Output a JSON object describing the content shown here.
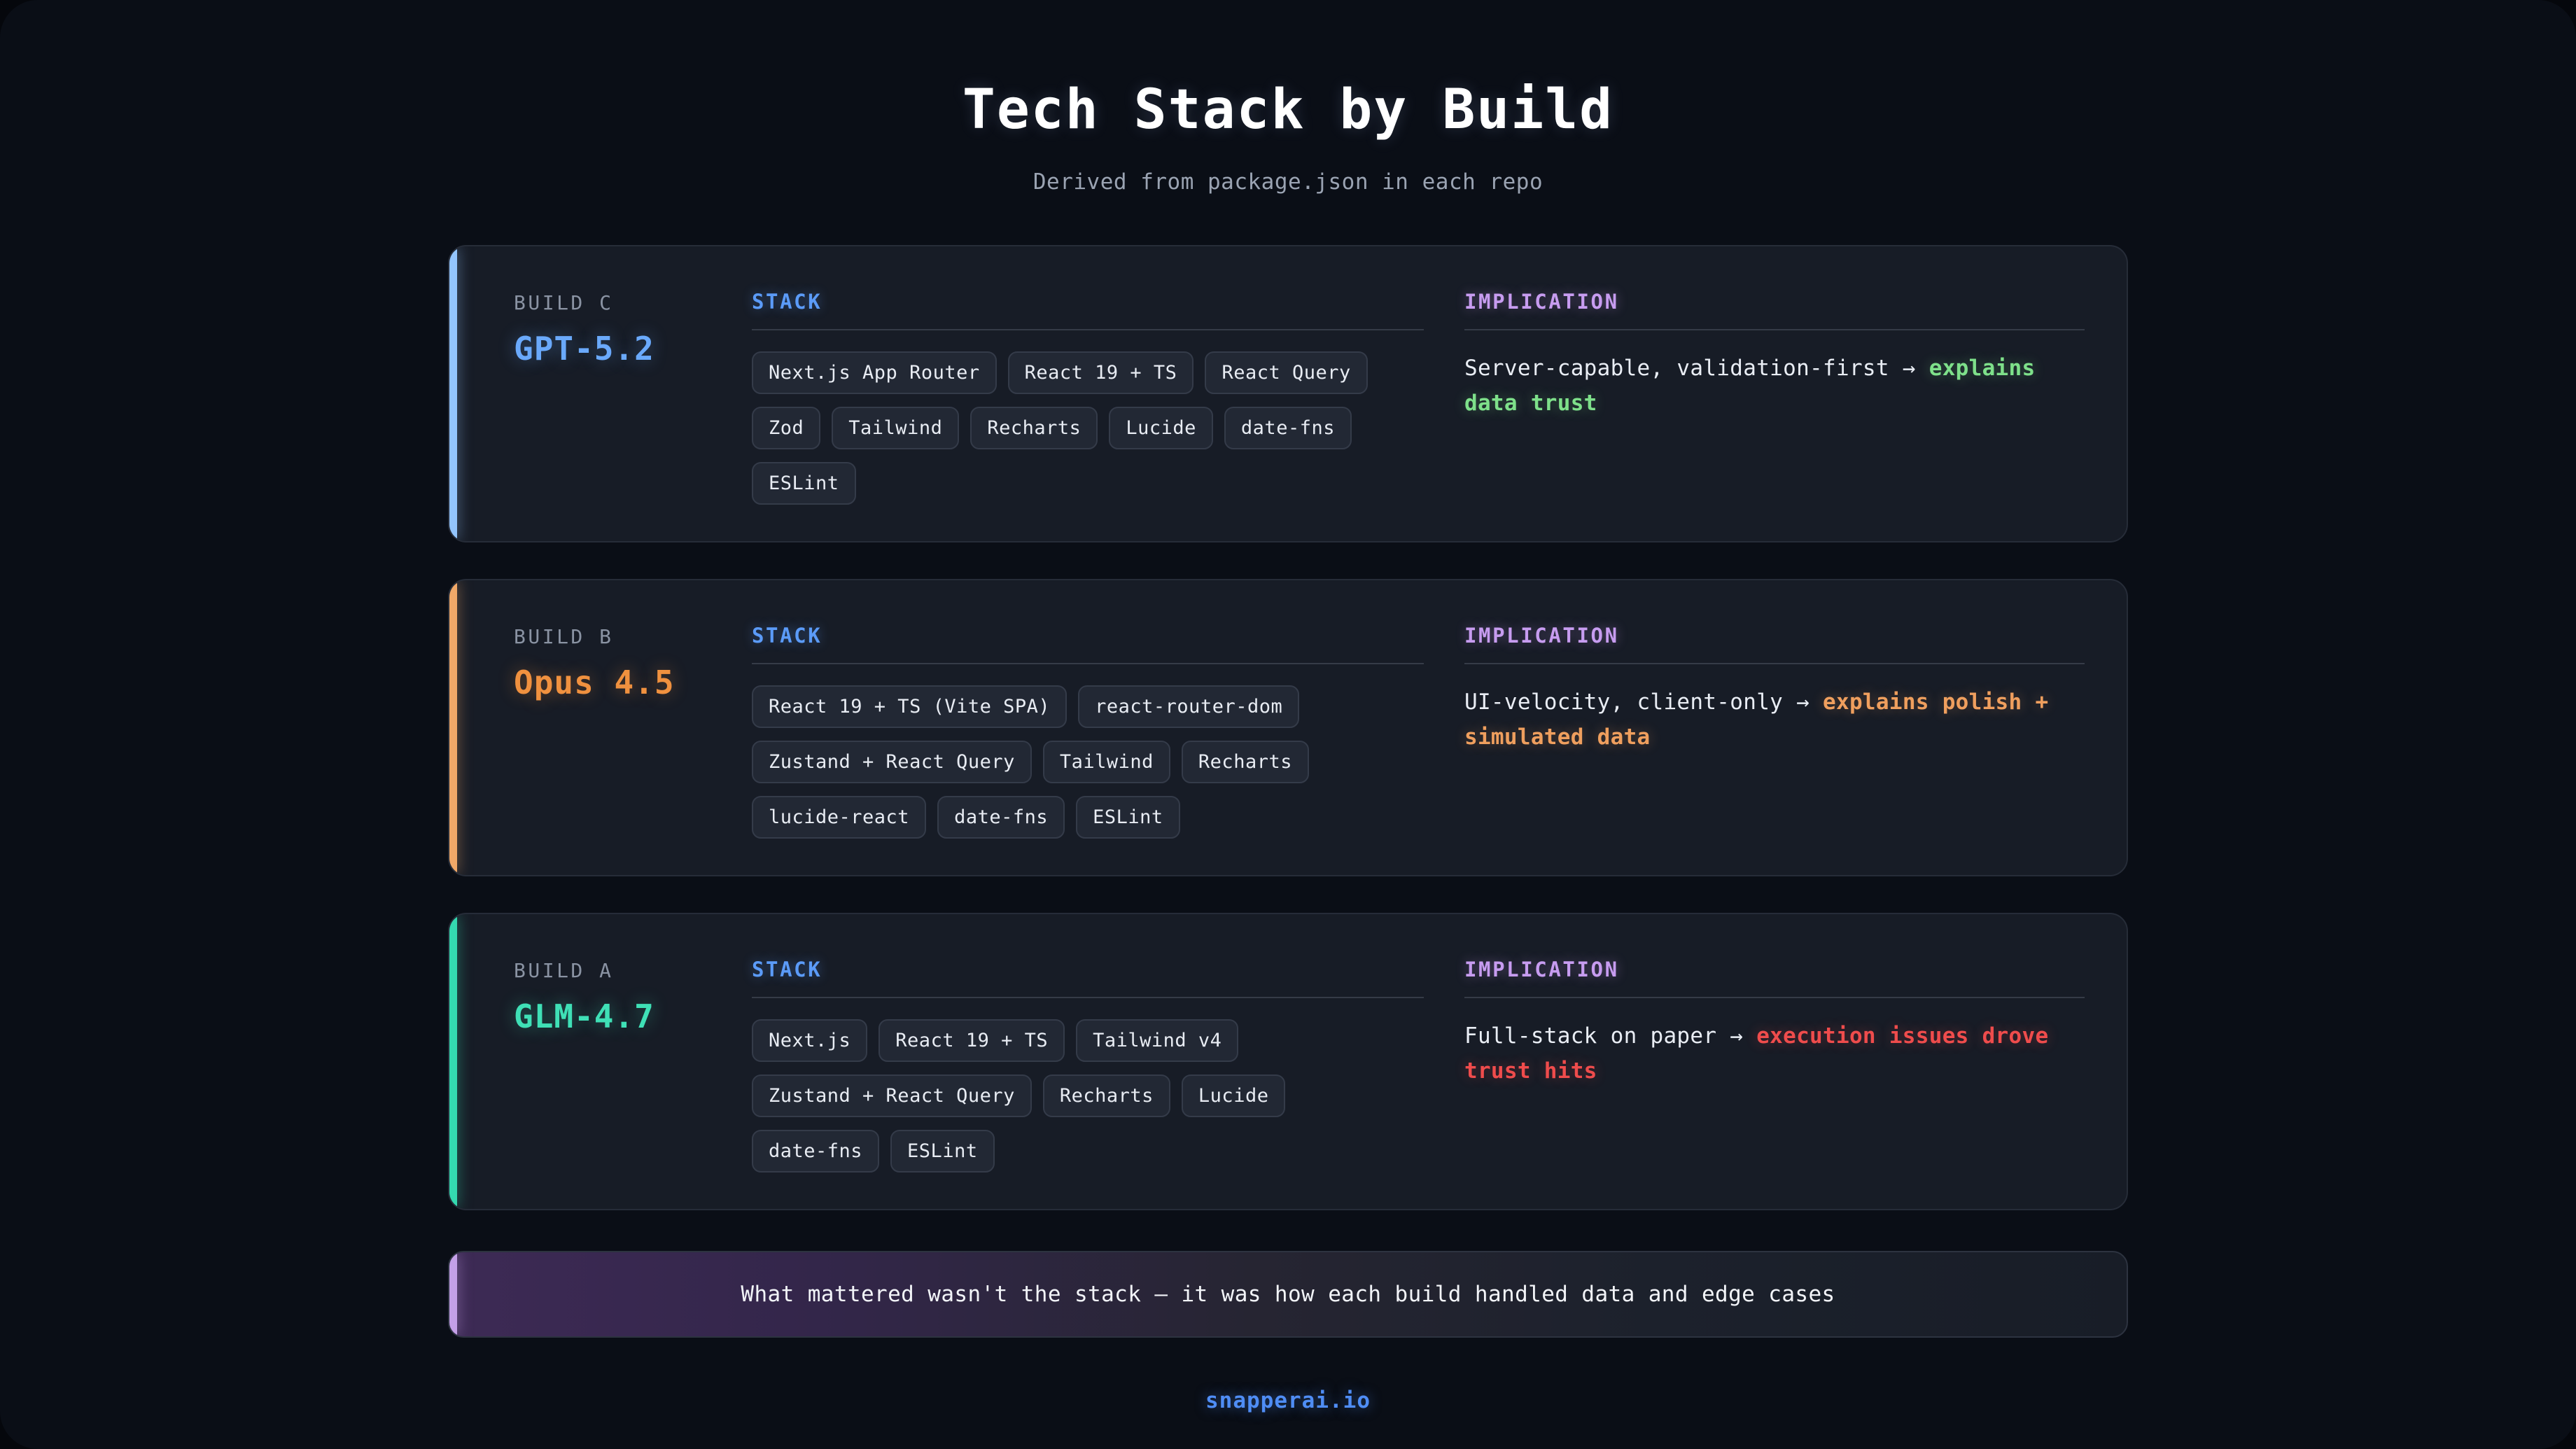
{
  "header": {
    "title": "Tech Stack by Build",
    "subtitle": "Derived from package.json in each repo"
  },
  "columns": {
    "stack_heading": "STACK",
    "implication_heading": "IMPLICATION"
  },
  "colors": {
    "stack_heading": "#5b9bf8",
    "implication_heading": "#c79cf0",
    "accent_build_c": "#93c5fd",
    "accent_build_b": "#f0a868",
    "accent_build_a": "#34d9b0",
    "accent_banner": "#c4a0e8",
    "footer_link": "#4f8df5",
    "page_background": "#0a0e16",
    "card_background": "#171c26"
  },
  "cards": [
    {
      "build_label": "BUILD C",
      "model_name": "GPT-5.2",
      "model_color": "#6aa9fb",
      "accent_color": "#93c5fd",
      "stack": [
        "Next.js App Router",
        "React 19 + TS",
        "React Query",
        "Zod",
        "Tailwind",
        "Recharts",
        "Lucide",
        "date-fns",
        "ESLint"
      ],
      "implication_plain": "Server-capable, validation-first → ",
      "implication_highlight": "explains data trust",
      "highlight_color": "#7ee08a"
    },
    {
      "build_label": "BUILD B",
      "model_name": "Opus 4.5",
      "model_color": "#f0913f",
      "accent_color": "#f0a868",
      "stack": [
        "React 19 + TS (Vite SPA)",
        "react-router-dom",
        "Zustand + React Query",
        "Tailwind",
        "Recharts",
        "lucide-react",
        "date-fns",
        "ESLint"
      ],
      "implication_plain": "UI-velocity, client-only → ",
      "implication_highlight": "explains polish + simulated data",
      "highlight_color": "#ef9f5e"
    },
    {
      "build_label": "BUILD A",
      "model_name": "GLM-4.7",
      "model_color": "#3fe0b6",
      "accent_color": "#34d9b0",
      "stack": [
        "Next.js",
        "React 19 + TS",
        "Tailwind v4",
        "Zustand + React Query",
        "Recharts",
        "Lucide",
        "date-fns",
        "ESLint"
      ],
      "implication_plain": "Full-stack on paper → ",
      "implication_highlight": "execution issues drove trust hits",
      "highlight_color": "#ef4c4c"
    }
  ],
  "banner": {
    "text": "What mattered wasn't the stack — it was how each build handled data and edge cases"
  },
  "footer": {
    "link": "snapperai.io"
  }
}
